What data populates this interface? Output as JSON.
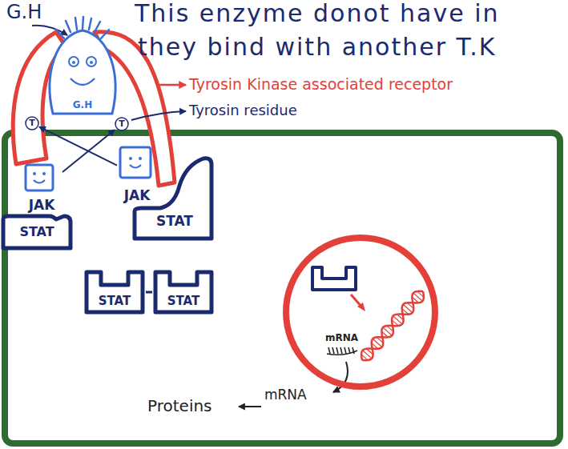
{
  "diagram": {
    "nodes": [
      {
        "text": [
          "G.H"
        ]
      },
      {
        "text": [
          "T"
        ]
      },
      {
        "text": [
          "T"
        ]
      },
      {
        "text": [
          "JAK"
        ]
      },
      {
        "text": [
          "JAK"
        ]
      },
      {
        "text": [
          "STAT"
        ]
      },
      {
        "text": [
          "STAT"
        ]
      },
      {
        "text": [
          "STAT"
        ]
      },
      {
        "text": [
          "STAT"
        ]
      },
      {
        "text": [
          "mRNA"
        ]
      }
    ],
    "edges": [
      {
        "from": 3,
        "to": 2,
        "arrow": "to"
      },
      {
        "from": 4,
        "to": 1,
        "arrow": "to"
      },
      {
        "from": 7,
        "to": 8,
        "arrow": "none"
      }
    ],
    "labels": [
      "G.H",
      "This enzyme donot have in",
      "they bind with another T.K",
      "Tyrosin Kinase associated receptor",
      "Tyrosin residue",
      "mRNA",
      "Proteins"
    ]
  }
}
